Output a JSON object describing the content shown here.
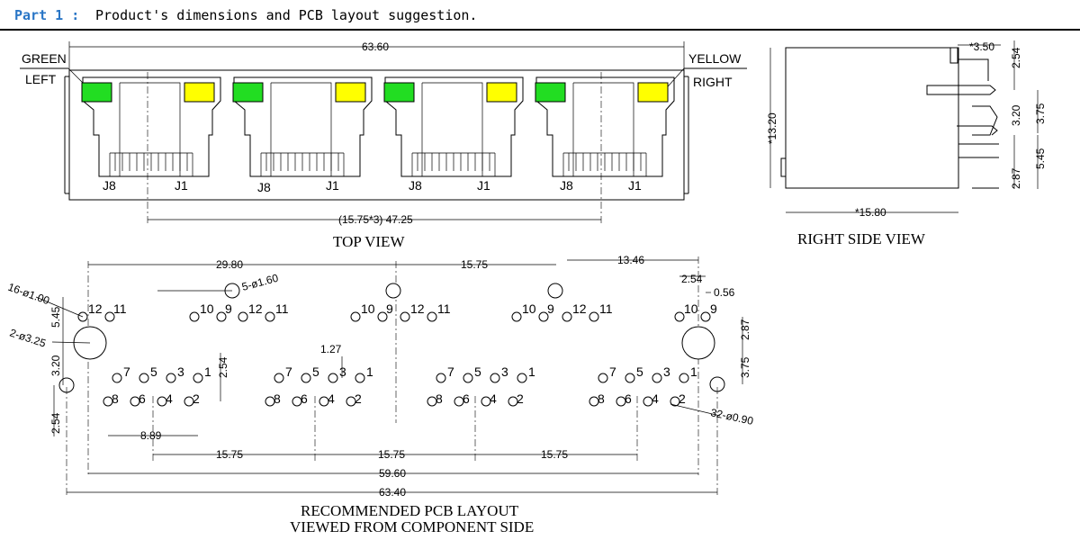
{
  "header": {
    "part_label": "Part 1 :",
    "title": "Product's dimensions and PCB layout suggestion."
  },
  "top_view": {
    "title": "TOP VIEW",
    "led_left_label": "GREEN",
    "led_left_side": "LEFT",
    "led_right_label": "YELLOW",
    "led_right_side": "RIGHT",
    "overall_width": "63.60",
    "pitch_total": "(15.75*3) 47.25",
    "pin_j8": "J8",
    "pin_j1": "J1",
    "colors": {
      "green": "#22dd22",
      "yellow": "#ffff00"
    }
  },
  "right_side_view": {
    "title": "RIGHT SIDE VIEW",
    "height": "*13.20",
    "depth": "*15.80",
    "d_3_50": "*3.50",
    "d_2_54": "2.54",
    "d_3_20": "3.20",
    "d_3_75": "3.75",
    "d_5_45": "5.45",
    "d_2_87": "2.87"
  },
  "pcb_layout": {
    "title_line1": "RECOMMENDED PCB LAYOUT",
    "title_line2": "VIEWED FROM COMPONENT SIDE",
    "d_29_80": "29.80",
    "d_15_75_top": "15.75",
    "d_13_46": "13.46",
    "d_2_54_right": "2.54",
    "d_0_56": "0.56",
    "d_2_87": "2.87",
    "d_3_75": "3.75",
    "hole_16": "16-ø1.00",
    "hole_2": "2-ø3.25",
    "hole_5": "5-ø1.60",
    "hole_32": "32-ø0.90",
    "d_5_45": "5.45",
    "d_3_20": "3.20",
    "d_2_54_left": "2.54",
    "d_2_54_port": "2.54",
    "d_1_27": "1.27",
    "d_8_89": "8.89",
    "pitch_a": "15.75",
    "pitch_b": "15.75",
    "pitch_c": "15.75",
    "d_59_60": "59.60",
    "d_63_40": "63.40",
    "pins": {
      "p1": "1",
      "p2": "2",
      "p3": "3",
      "p4": "4",
      "p5": "5",
      "p6": "6",
      "p7": "7",
      "p8": "8",
      "p9": "9",
      "p10": "10",
      "p11": "11",
      "p12": "12"
    }
  }
}
